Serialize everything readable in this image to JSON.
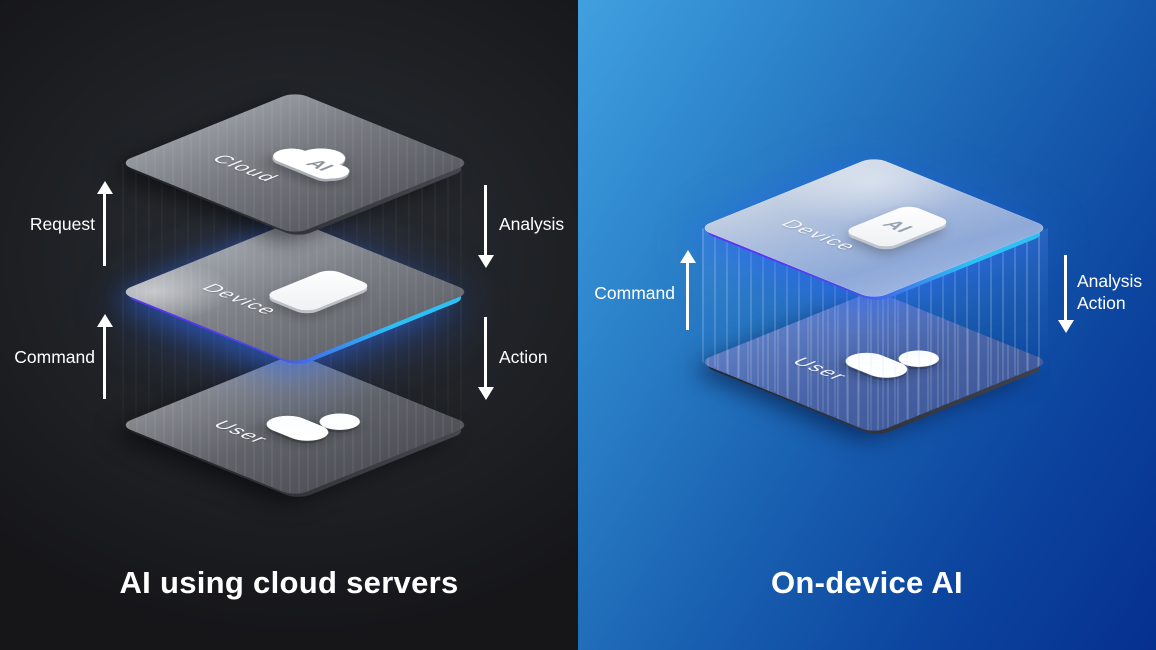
{
  "left_panel": {
    "title": "AI using cloud servers",
    "layers": [
      {
        "label": "Cloud",
        "badge": "AI",
        "icon": "cloud-ai-icon"
      },
      {
        "label": "Device",
        "icon": "smartphone-icon"
      },
      {
        "label": "User",
        "icon": "user-icon"
      }
    ],
    "flows": {
      "request": "Request",
      "command": "Command",
      "analysis": "Analysis",
      "action": "Action"
    }
  },
  "right_panel": {
    "title": "On-device AI",
    "layers": [
      {
        "label": "Device",
        "badge": "AI",
        "icon": "smartphone-ai-icon"
      },
      {
        "label": "User",
        "icon": "user-icon"
      }
    ],
    "flows": {
      "command": "Command",
      "analysis": "Analysis",
      "action": "Action"
    }
  },
  "colors": {
    "left_background": "#1d2024",
    "right_background_start": "#3f9fe0",
    "right_background_end": "#063190",
    "edge_glow_purple": "#5b35f2",
    "edge_glow_cyan": "#2cc0f4"
  }
}
